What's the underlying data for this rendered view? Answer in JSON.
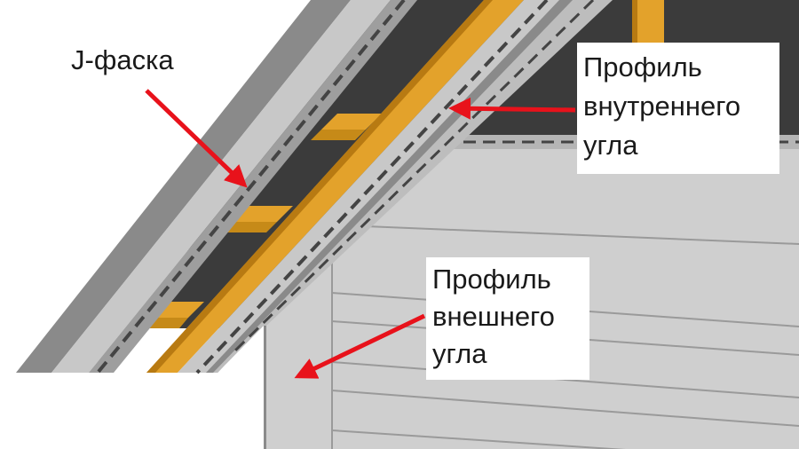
{
  "labels": {
    "j_chamfer": "J-фаска",
    "inner_corner": [
      "Профиль",
      "внутреннего",
      "угла"
    ],
    "outer_corner": [
      "Профиль",
      "внешнего",
      "угла"
    ]
  },
  "colors": {
    "background": "#ffffff",
    "siding": "#cfcfcf",
    "siding_line": "#8f8f8f",
    "membrane": "#3b3b3b",
    "batten": "#e3a22b",
    "batten_edge": "#b87a12",
    "trim_dark": "#8a8a8a",
    "trim_light": "#c8c8c8",
    "dash": "#444444",
    "arrow": "#e8121b"
  }
}
